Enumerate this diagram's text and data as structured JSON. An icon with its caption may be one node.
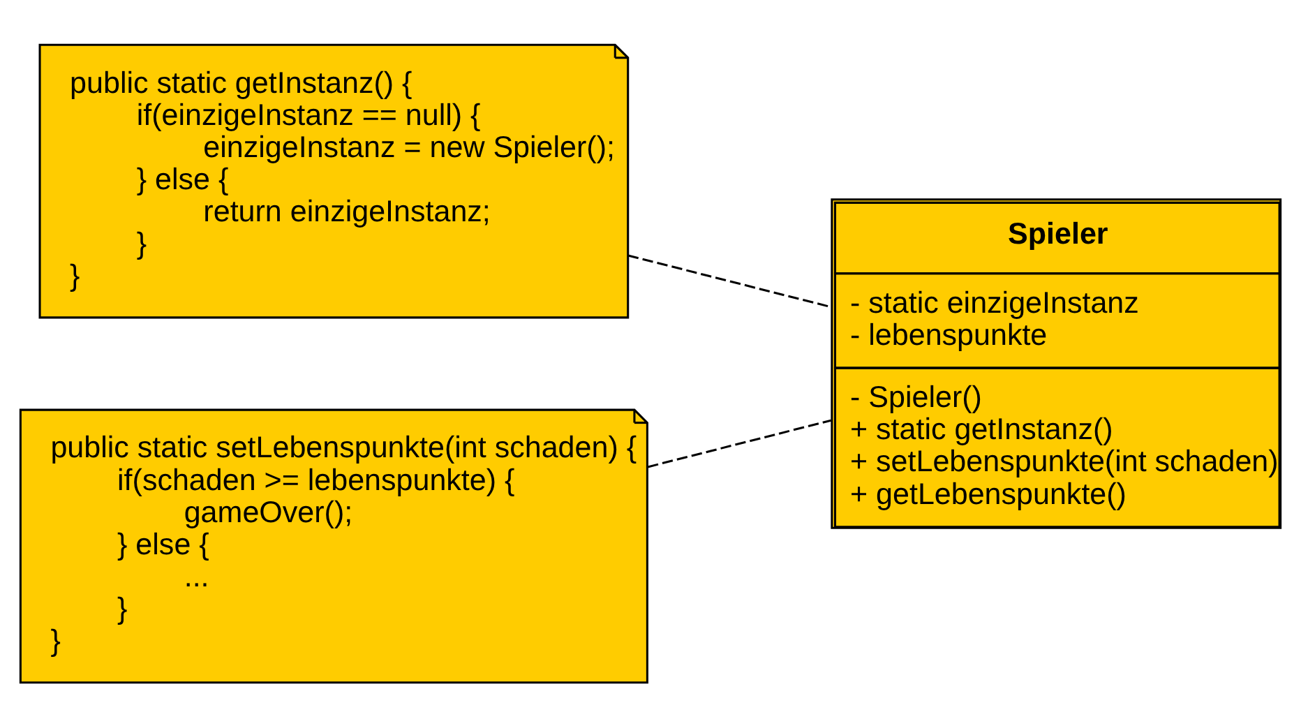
{
  "diagram": {
    "nodes": [
      {
        "text": [
          "public static getInstanz() {",
          "if(einzigeInstanz == null) {",
          "einzigeInstanz = new Spieler();",
          "} else {",
          "return einzigeInstanz;",
          "}",
          "}"
        ]
      },
      {
        "text": [
          "public static setLebenspunkte(int schaden) {",
          "if(schaden >= lebenspunkte) {",
          "gameOver();",
          "} else {",
          "...",
          "}",
          "}"
        ]
      },
      {
        "text": [
          "Spieler",
          "- static einzigeInstanz",
          "- lebenspunkte",
          "- Spieler()",
          "+ static getInstanz()",
          "+ setLebenspunkte(int schaden)",
          "+ getLebenspunkte()"
        ]
      }
    ],
    "edges": [
      {
        "from": 0,
        "to": 2,
        "arrow": "none",
        "style": "dashed"
      },
      {
        "from": 1,
        "to": 2,
        "arrow": "none",
        "style": "dashed"
      }
    ]
  }
}
